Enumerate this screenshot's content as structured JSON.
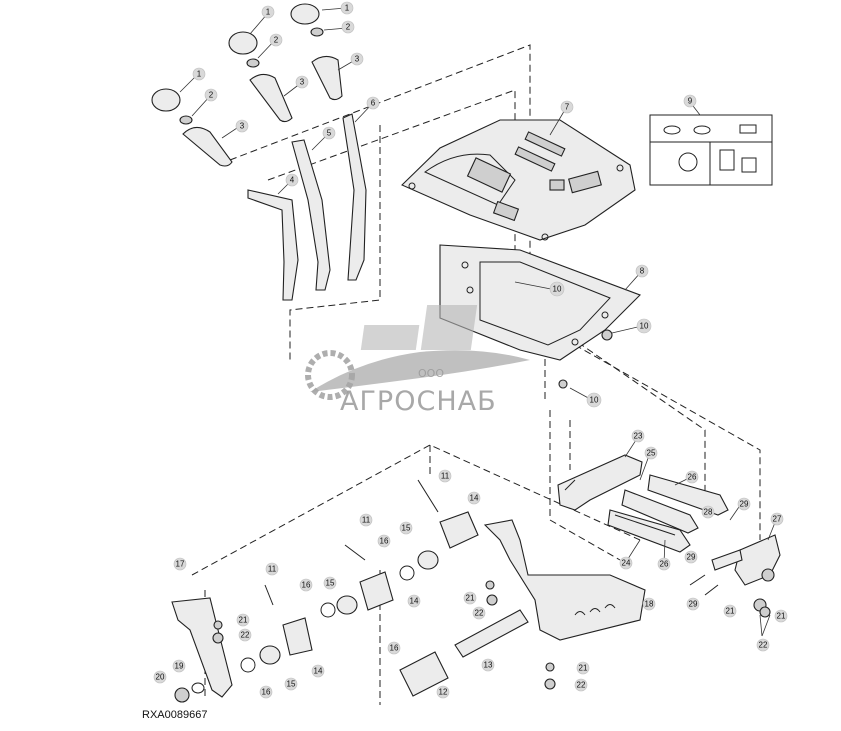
{
  "diagram": {
    "figure_id": "RXA0089667",
    "callout_numbers": [
      "1",
      "1",
      "1",
      "2",
      "2",
      "2",
      "3",
      "3",
      "3",
      "4",
      "5",
      "6",
      "7",
      "8",
      "9",
      "10",
      "10",
      "10",
      "11",
      "11",
      "11",
      "12",
      "13",
      "14",
      "14",
      "14",
      "15",
      "15",
      "15",
      "16",
      "16",
      "16",
      "16",
      "17",
      "18",
      "19",
      "20",
      "21",
      "21",
      "21",
      "21",
      "21",
      "22",
      "22",
      "22",
      "22",
      "22",
      "23",
      "24",
      "25",
      "26",
      "26",
      "27",
      "28",
      "29",
      "29",
      "29"
    ]
  },
  "watermark": {
    "company_prefix": "ООО",
    "company_name": "АГРОСНАБ",
    "color": "#9a9a9a"
  },
  "colors": {
    "line": "#222222",
    "callout_fill": "#d9d9d9",
    "part_fill": "#ececec"
  }
}
